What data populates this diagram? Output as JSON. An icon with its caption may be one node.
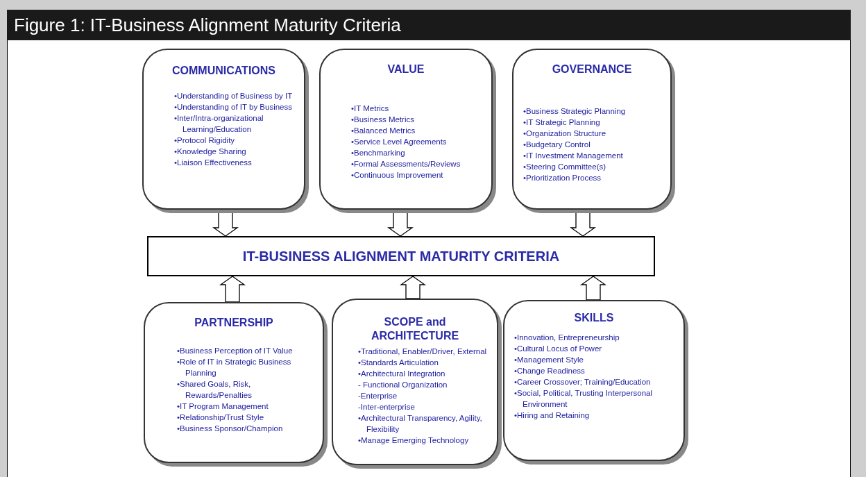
{
  "diagram": {
    "title": "Figure 1: IT-Business Alignment Maturity Criteria",
    "nodes": [
      {
        "text": [
          "COMMUNICATIONS",
          "•Understanding of Business by IT",
          "•Understanding of IT by Business",
          "•Inter/Intra-organizational Learning/Education",
          "•Protocol Rigidity",
          "•Knowledge Sharing",
          "•Liaison Effectiveness"
        ]
      },
      {
        "text": [
          "VALUE",
          "•IT Metrics",
          "•Business Metrics",
          "•Balanced Metrics",
          "•Service Level Agreements",
          "•Benchmarking",
          "•Formal Assessments/Reviews",
          "•Continuous Improvement"
        ]
      },
      {
        "text": [
          "GOVERNANCE",
          "•Business Strategic Planning",
          "•IT Strategic Planning",
          "•Organization Structure",
          "•Budgetary Control",
          "•IT Investment Management",
          "•Steering Committee(s)",
          "•Prioritization Process"
        ]
      },
      {
        "text": [
          "IT-BUSINESS ALIGNMENT MATURITY CRITERIA"
        ]
      },
      {
        "text": [
          "PARTNERSHIP",
          "•Business Perception of IT Value",
          "•Role of IT in Strategic Business Planning",
          "•Shared Goals, Risk, Rewards/Penalties",
          "•IT Program Management",
          "•Relationship/Trust Style",
          "•Business Sponsor/Champion"
        ]
      },
      {
        "text": [
          "SCOPE and ARCHITECTURE",
          "•Traditional, Enabler/Driver, External",
          "•Standards Articulation",
          "•Architectural Integration",
          "- Functional Organization",
          "-Enterprise",
          "-Inter-enterprise",
          "•Architectural Transparency, Agility, Flexibility",
          "•Manage Emerging Technology"
        ]
      },
      {
        "text": [
          "SKILLS",
          "•Innovation, Entrepreneurship",
          "•Cultural Locus of Power",
          "•Management Style",
          "•Change Readiness",
          "•Career Crossover; Training/Education",
          "•Social, Political, Trusting Interpersonal Environment",
          "•Hiring and Retaining"
        ]
      }
    ],
    "edges": [
      {
        "from": 0,
        "to": 3,
        "arrow": "to",
        "style": "thick"
      },
      {
        "from": 1,
        "to": 3,
        "arrow": "to",
        "style": "thick"
      },
      {
        "from": 2,
        "to": 3,
        "arrow": "to",
        "style": "thick"
      },
      {
        "from": 4,
        "to": 3,
        "arrow": "to",
        "style": "thick"
      },
      {
        "from": 5,
        "to": 3,
        "arrow": "to",
        "style": "thick"
      },
      {
        "from": 6,
        "to": 3,
        "arrow": "to",
        "style": "thick"
      }
    ]
  }
}
